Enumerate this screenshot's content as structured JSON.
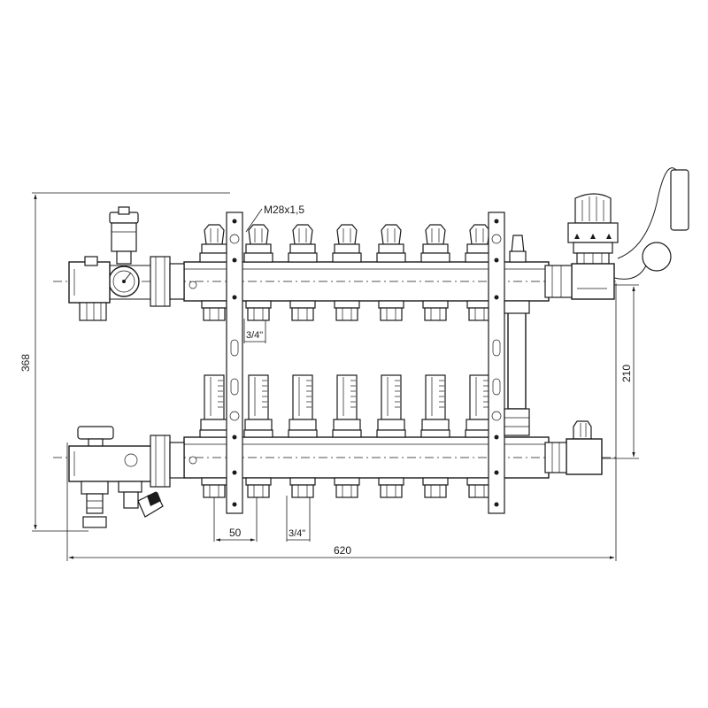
{
  "dimensions": {
    "thread_label": "M28x1,5",
    "outlet_thread_top": "3/4\"",
    "outlet_thread_bottom": "3/4\"",
    "outlet_pitch": "50",
    "total_width": "620",
    "total_height": "368",
    "rail_spacing": "210"
  },
  "outlets_per_rail": 7
}
